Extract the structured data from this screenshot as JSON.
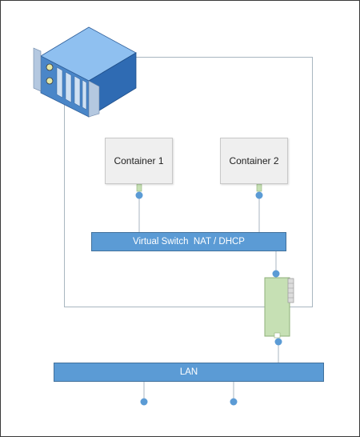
{
  "diagram": {
    "containers": [
      {
        "label": "Container 1"
      },
      {
        "label": "Container 2"
      }
    ],
    "virtual_switch": {
      "label": "Virtual Switch  NAT / DHCP"
    },
    "lan": {
      "label": "LAN"
    },
    "icons": {
      "host": "server-icon",
      "nic": "network-card-icon"
    },
    "colors": {
      "bar_fill": "#5b9bd5",
      "bar_border": "#41719c",
      "connector_dot": "#5b9bd5",
      "line": "#a9b6c0",
      "container_fill": "#efefef",
      "nic_fill": "#c6e0b4",
      "server_blue": "#4a86c8"
    }
  }
}
